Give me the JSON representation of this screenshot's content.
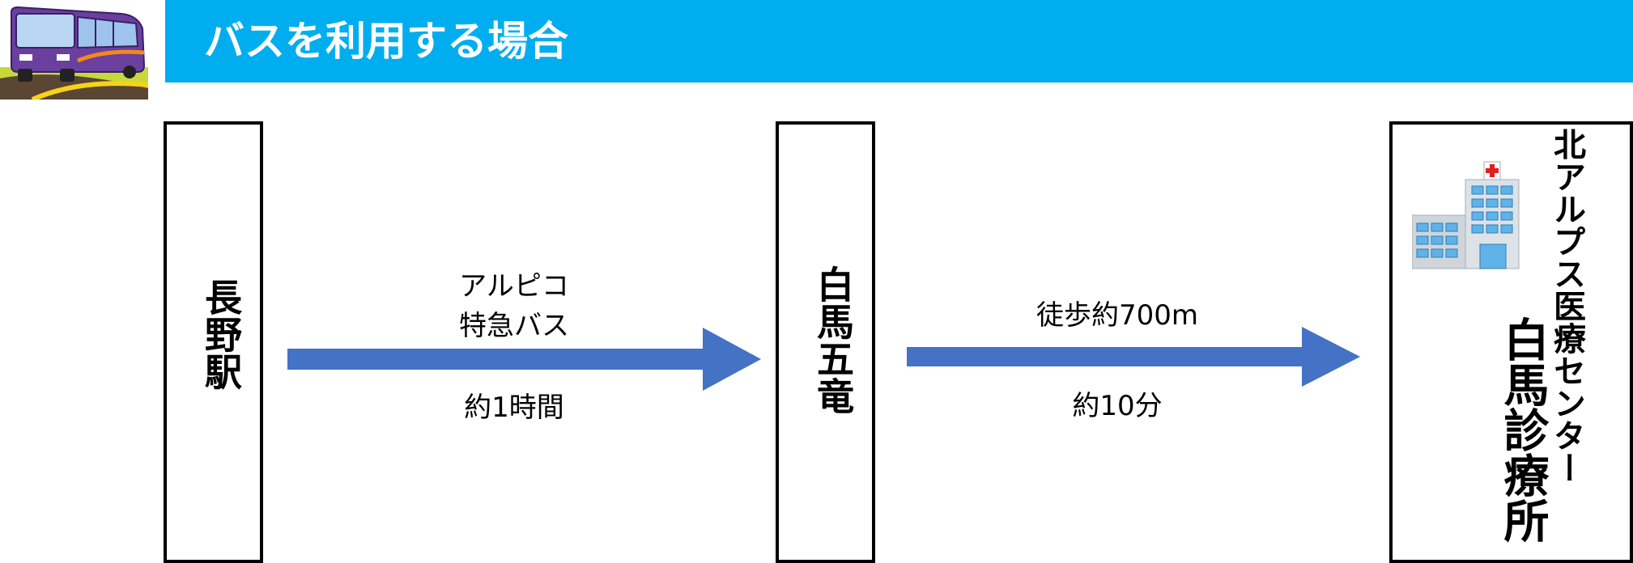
{
  "header": {
    "title": "バスを利用する場合",
    "bus_icon": "bus-icon",
    "color": "#00aeef"
  },
  "stations": {
    "origin": "長野駅",
    "transfer": "白馬五竜",
    "destination_org": "北アルプス医療センター",
    "destination_name": "白馬診療所",
    "hospital_icon": "hospital-icon"
  },
  "legs": [
    {
      "line1": "アルピコ",
      "line2": "特急バス",
      "duration": "約1時間"
    },
    {
      "line1": "徒歩約700m",
      "duration": "約10分"
    }
  ],
  "colors": {
    "arrow": "#4472c4"
  }
}
